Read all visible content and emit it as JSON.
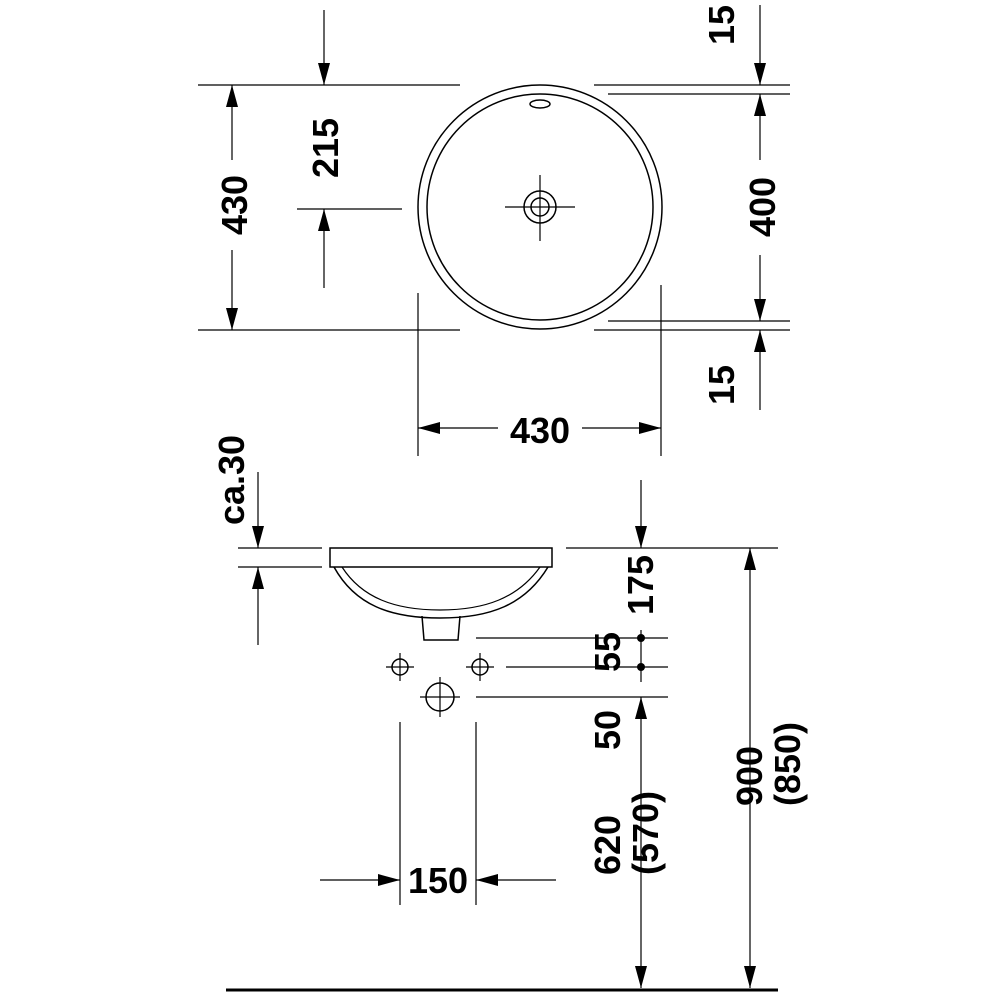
{
  "drawing": {
    "colors": {
      "line": "#000000",
      "background": "#ffffff"
    },
    "plan_view": {
      "width_label": "430",
      "height_label": "430",
      "center_offset_label": "215",
      "top_rim_label": "15",
      "inner_diameter_label": "400",
      "bottom_rim_label": "15"
    },
    "side_view": {
      "rim_height_label": "ca.30",
      "basin_depth_label": "175",
      "trap_spacing_label": "55",
      "drain_offset_label": "50",
      "outlet_height_label": "620",
      "outlet_height_alt_label": "(570)",
      "total_height_label": "900",
      "total_height_alt_label": "(850)",
      "supply_spacing_label": "150"
    }
  }
}
